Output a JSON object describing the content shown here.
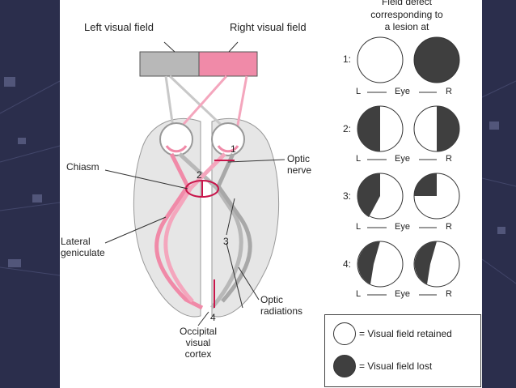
{
  "diagram": {
    "labels": {
      "left_field": "Left visual field",
      "right_field": "Right visual field",
      "header": [
        "Field defect",
        "corresponding to",
        "a lesion at"
      ],
      "chiasm": "Chiasm",
      "optic_nerve": [
        "Optic",
        "nerve"
      ],
      "lateral_geniculate": [
        "Lateral",
        "geniculate"
      ],
      "optic_radiations": [
        "Optic",
        "radiations"
      ],
      "occipital": [
        "Occipital",
        "visual",
        "cortex"
      ],
      "lesion_numbers": [
        "1",
        "2",
        "3",
        "4"
      ]
    },
    "defects": [
      {
        "num": "1:",
        "left": "retained",
        "right": "lost"
      },
      {
        "num": "2:",
        "left": "half-left-lost",
        "right": "half-right-lost"
      },
      {
        "num": "3:",
        "left": "upper-left-quadrant-lost",
        "right": "upper-left-quadrant-lost"
      },
      {
        "num": "4:",
        "left": "left-hemifield-lost",
        "right": "left-hemifield-lost"
      }
    ],
    "eye_label": {
      "L": "L",
      "mid": "Eye",
      "R": "R"
    },
    "legend": {
      "retained": "= Visual field retained",
      "lost": "= Visual field lost"
    },
    "colors": {
      "pink": "#f08aa8",
      "gray": "#b8b8b8",
      "lost": "#3f3f3f",
      "lesion": "#c8154a"
    }
  }
}
